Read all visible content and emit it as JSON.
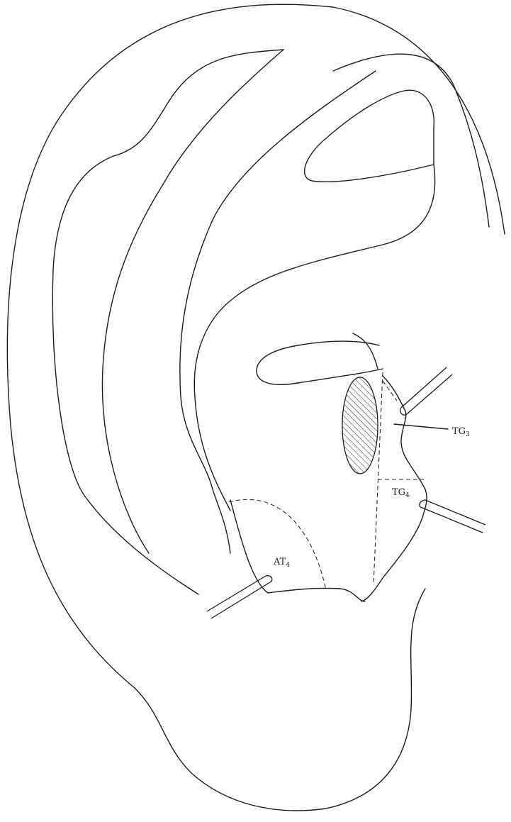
{
  "labels": {
    "tg3": {
      "main": "TG",
      "sub": "3"
    },
    "tg4": {
      "main": "TG",
      "sub": "4"
    },
    "at4": {
      "main": "AT",
      "sub": "4"
    }
  }
}
